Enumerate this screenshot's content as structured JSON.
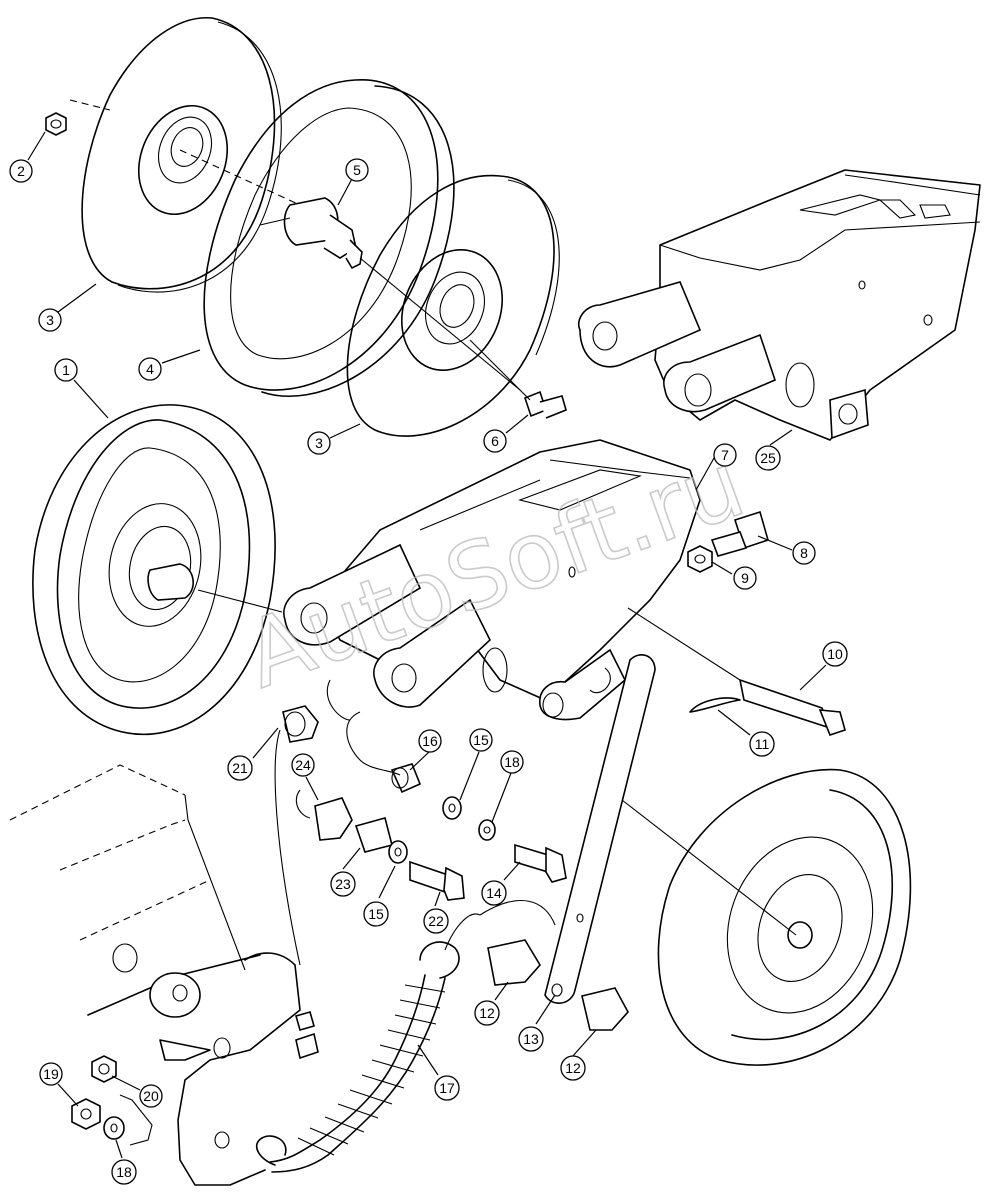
{
  "diagram": {
    "watermark": "AutoSoft.ru",
    "callouts": [
      {
        "id": "c1",
        "label": "1"
      },
      {
        "id": "c2",
        "label": "2"
      },
      {
        "id": "c3a",
        "label": "3"
      },
      {
        "id": "c3b",
        "label": "3"
      },
      {
        "id": "c4",
        "label": "4"
      },
      {
        "id": "c5",
        "label": "5"
      },
      {
        "id": "c6",
        "label": "6"
      },
      {
        "id": "c7",
        "label": "7"
      },
      {
        "id": "c8",
        "label": "8"
      },
      {
        "id": "c9",
        "label": "9"
      },
      {
        "id": "c10",
        "label": "10"
      },
      {
        "id": "c11",
        "label": "11"
      },
      {
        "id": "c12a",
        "label": "12"
      },
      {
        "id": "c12b",
        "label": "12"
      },
      {
        "id": "c13",
        "label": "13"
      },
      {
        "id": "c14",
        "label": "14"
      },
      {
        "id": "c15a",
        "label": "15"
      },
      {
        "id": "c15b",
        "label": "15"
      },
      {
        "id": "c16",
        "label": "16"
      },
      {
        "id": "c17",
        "label": "17"
      },
      {
        "id": "c18a",
        "label": "18"
      },
      {
        "id": "c18b",
        "label": "18"
      },
      {
        "id": "c19",
        "label": "19"
      },
      {
        "id": "c20",
        "label": "20"
      },
      {
        "id": "c21",
        "label": "21"
      },
      {
        "id": "c22",
        "label": "22"
      },
      {
        "id": "c23",
        "label": "23"
      },
      {
        "id": "c24",
        "label": "24"
      },
      {
        "id": "c25",
        "label": "25"
      }
    ]
  }
}
